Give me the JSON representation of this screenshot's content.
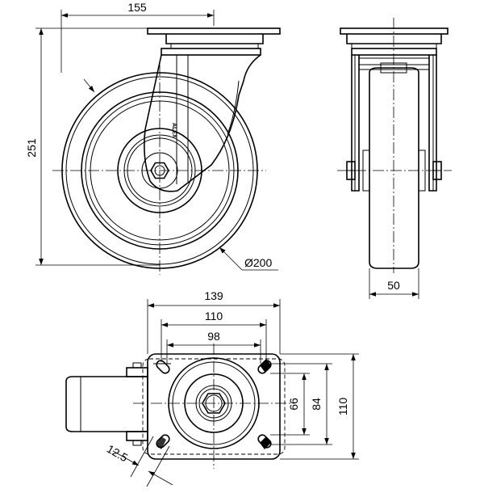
{
  "dimensions": {
    "top_width": "155",
    "overall_height": "251",
    "wheel_diameter": "Ø200",
    "wheel_width": "50",
    "plate_width": "139",
    "bolt_spacing_long": "110",
    "bolt_spacing_short": "98",
    "plate_height": "110",
    "bolt_spacing_vertical": "84",
    "bolt_spacing_vertical_inner": "66",
    "bolt_hole": "12.5"
  },
  "logo_text": "ALEX"
}
